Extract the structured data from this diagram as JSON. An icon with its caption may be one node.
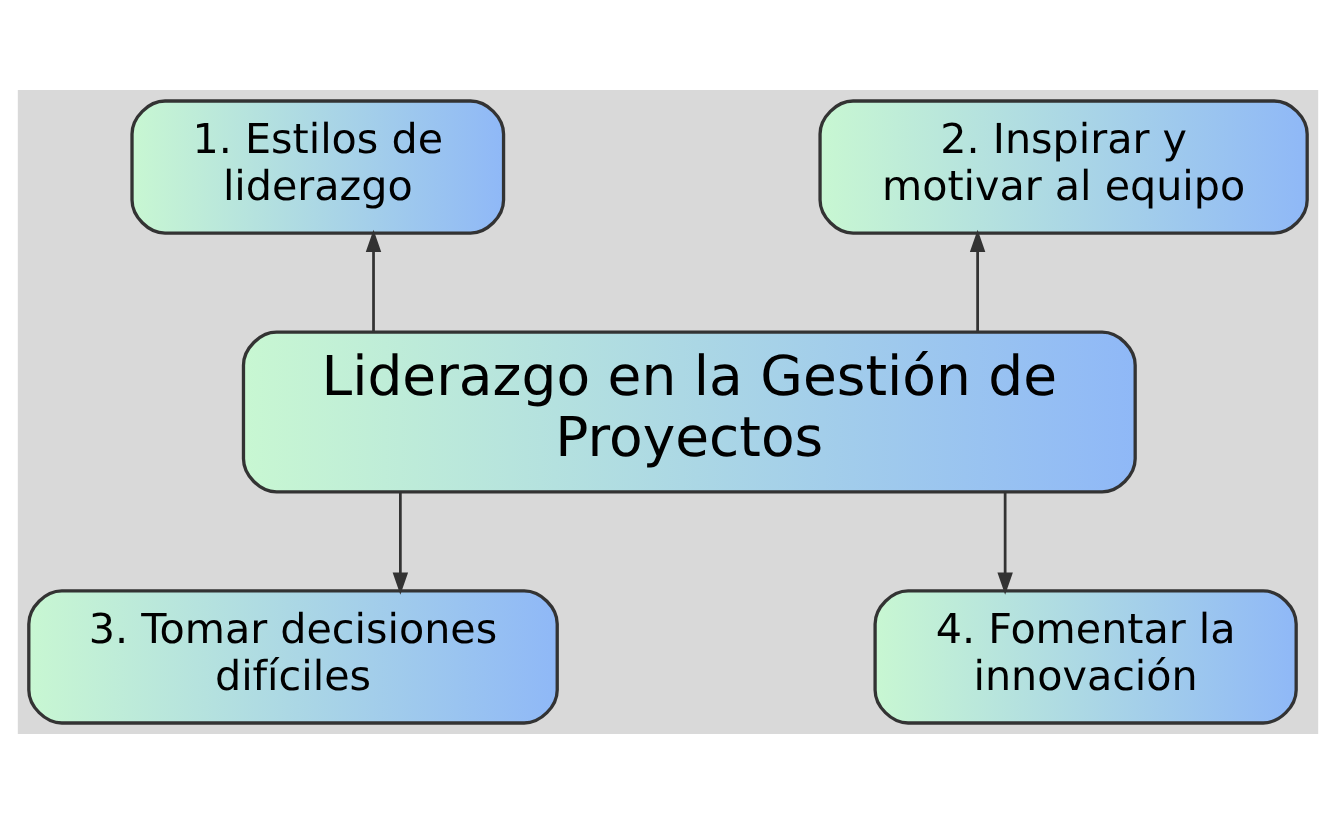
{
  "diagram": {
    "nodes": [
      {
        "text": [
          "1. Estilos de liderazgo"
        ]
      },
      {
        "text": [
          "2. Inspirar y motivar al equipo"
        ]
      },
      {
        "text": [
          "Liderazgo en la Gestión de Proyectos"
        ]
      },
      {
        "text": [
          "3. Tomar decisiones difíciles"
        ]
      },
      {
        "text": [
          "4. Fomentar la innovación"
        ]
      }
    ],
    "edges": [
      {
        "from": 2,
        "to": 0,
        "arrow": "to"
      },
      {
        "from": 2,
        "to": 1,
        "arrow": "to"
      },
      {
        "from": 2,
        "to": 3,
        "arrow": "to"
      },
      {
        "from": 2,
        "to": 4,
        "arrow": "to"
      }
    ]
  }
}
